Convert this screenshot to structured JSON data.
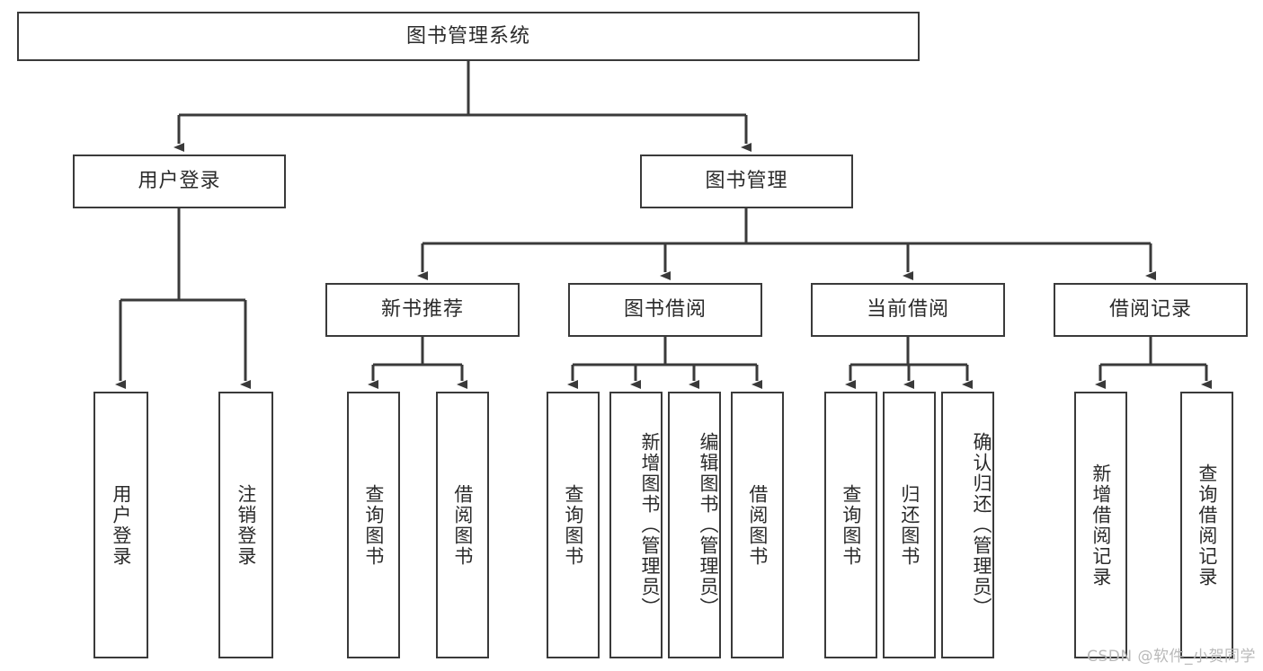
{
  "diagram": {
    "title": "图书管理系统",
    "type": "tree",
    "root": {
      "id": "root",
      "label": "图书管理系统"
    },
    "level2": [
      {
        "id": "user-login",
        "label": "用户登录"
      },
      {
        "id": "book-management",
        "label": "图书管理"
      }
    ],
    "level3": [
      {
        "id": "new-book-recommend",
        "label": "新书推荐",
        "parent": "book-management"
      },
      {
        "id": "book-borrow",
        "label": "图书借阅",
        "parent": "book-management"
      },
      {
        "id": "current-borrow",
        "label": "当前借阅",
        "parent": "book-management"
      },
      {
        "id": "borrow-record",
        "label": "借阅记录",
        "parent": "book-management"
      }
    ],
    "leaves": {
      "user_login": [
        {
          "id": "leaf-user-login",
          "label": "用户登录"
        },
        {
          "id": "leaf-user-logout",
          "label": "注销登录"
        }
      ],
      "new_book_recommend": [
        {
          "id": "leaf-query-book-1",
          "label": "查询图书"
        },
        {
          "id": "leaf-borrow-book-1",
          "label": "借阅图书"
        }
      ],
      "book_borrow": [
        {
          "id": "leaf-query-book-2",
          "label": "查询图书"
        },
        {
          "id": "leaf-add-book",
          "label": "新增图书（管理员）"
        },
        {
          "id": "leaf-edit-book",
          "label": "编辑图书（管理员）"
        },
        {
          "id": "leaf-borrow-book-2",
          "label": "借阅图书"
        }
      ],
      "current_borrow": [
        {
          "id": "leaf-query-book-3",
          "label": "查询图书"
        },
        {
          "id": "leaf-return-book",
          "label": "归还图书"
        },
        {
          "id": "leaf-confirm-return",
          "label": "确认归还（管理员）"
        }
      ],
      "borrow_record": [
        {
          "id": "leaf-add-record",
          "label": "新增借阅记录"
        },
        {
          "id": "leaf-query-record",
          "label": "查询借阅记录"
        }
      ]
    }
  },
  "watermark": {
    "text": "CSDN @软件_小贺同学"
  },
  "colors": {
    "border": "#3a3a3a",
    "text": "#2b2b2b",
    "background": "#ffffff",
    "watermark": "#b9b9b9"
  }
}
